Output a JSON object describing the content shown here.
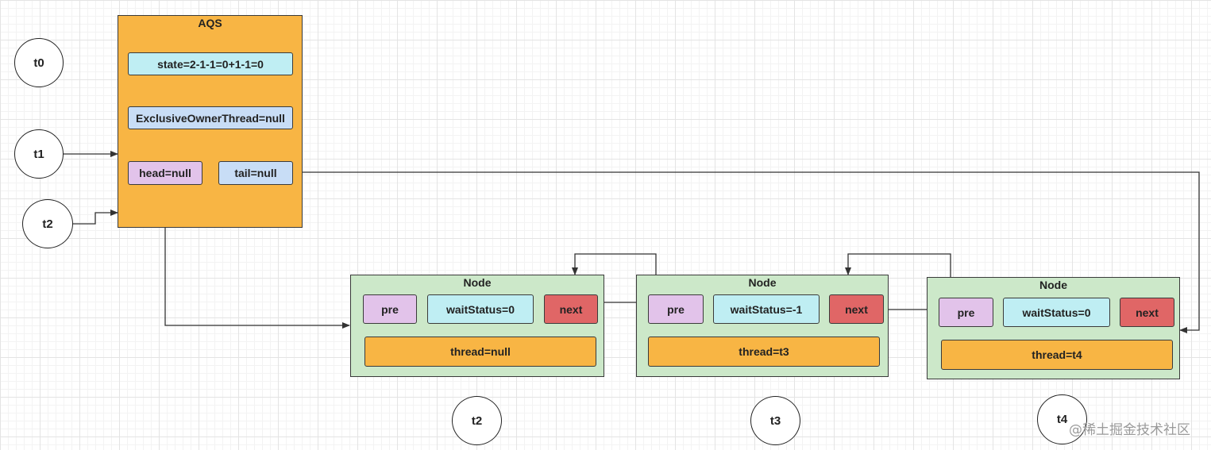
{
  "aqs": {
    "title": "AQS",
    "state": "state=2-1-1=0+1-1=0",
    "owner": "ExclusiveOwnerThread=null",
    "head": "head=null",
    "tail": "tail=null"
  },
  "threads_left": [
    "t0",
    "t1",
    "t2"
  ],
  "nodes": [
    {
      "title": "Node",
      "pre": "pre",
      "wait_status": "waitStatus=0",
      "next": "next",
      "thread": "thread=null",
      "thread_label": "t2"
    },
    {
      "title": "Node",
      "pre": "pre",
      "wait_status": "waitStatus=-1",
      "next": "next",
      "thread": "thread=t3",
      "thread_label": "t3"
    },
    {
      "title": "Node",
      "pre": "pre",
      "wait_status": "waitStatus=0",
      "next": "next",
      "thread": "thread=t4",
      "thread_label": "t4"
    }
  ],
  "colors": {
    "aqs_fill": "#f8b544",
    "node_fill": "#cce8c9",
    "state_fill": "#bfeef3",
    "field_blue": "#c8ddf6",
    "pre_fill": "#e2c3ea",
    "next_fill": "#e06666",
    "thread_fill": "#f8b544"
  },
  "watermark": "@稀土掘金技术社区"
}
